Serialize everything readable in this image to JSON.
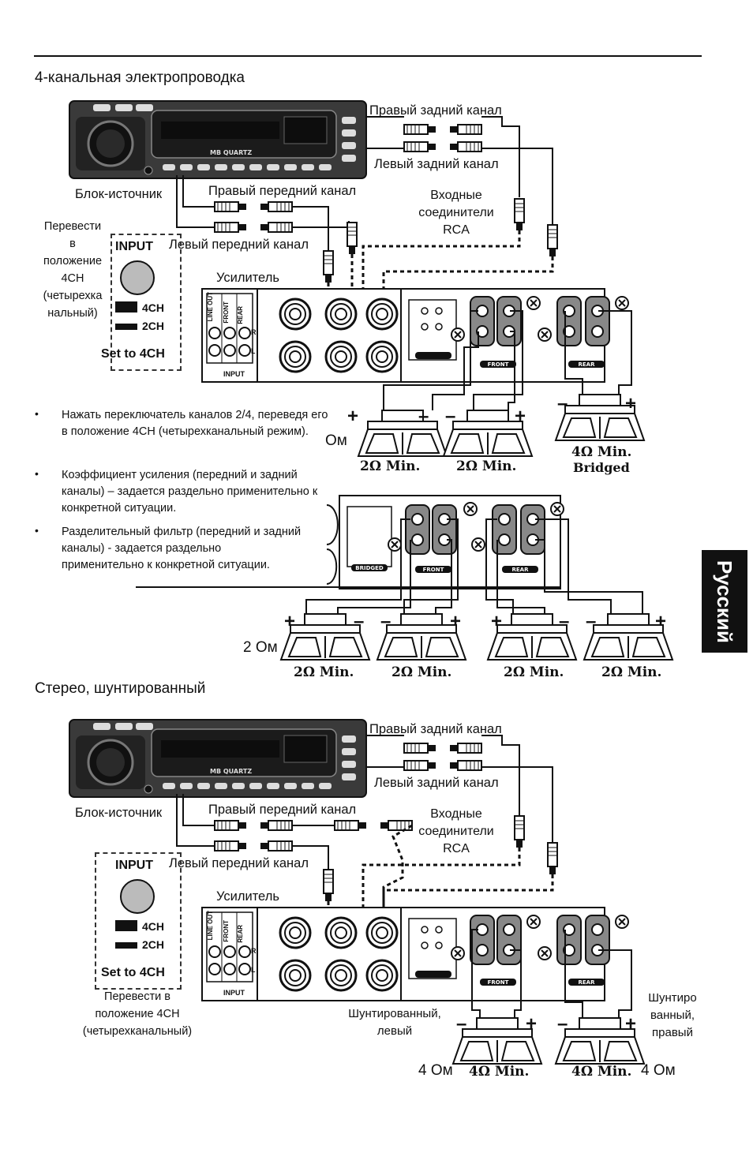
{
  "section1": {
    "title": "4-канальная электропроводка",
    "labels": {
      "right_rear": "Правый задний канал",
      "left_rear": "Левый задний канал",
      "source": "Блок-источник",
      "right_front": "Правый передний канал",
      "left_front": "Левый передний канал",
      "rca_line1": "Входные",
      "rca_line2": "соединители",
      "rca_line3": "RCA",
      "amplifier": "Усилитель",
      "switch_note_l1": "Перевести",
      "switch_note_l2": "в",
      "switch_note_l3": "положение",
      "switch_note_l4": "4CH",
      "switch_note_l5": "(четырехка",
      "switch_note_l6": "нальный)"
    },
    "input_box": {
      "title": "INPUT",
      "opt1": "4CH",
      "opt2": "2CH",
      "set": "Set to 4CH"
    },
    "speakers": [
      {
        "plus": "+",
        "minus": "–",
        "rating": "2Ω Min."
      },
      {
        "plus": "+",
        "minus": "–",
        "rating": "2Ω Min."
      },
      {
        "plus": "+",
        "minus": "–",
        "rating": "4Ω Min.",
        "extra": "Bridged"
      }
    ],
    "ohm_label": "Ом"
  },
  "notes": [
    "Нажать переключатель каналов 2/4, переведя его в положение 4CH (четырехканальный режим).",
    "Коэффициент усиления (передний и задний каналы) – задается раздельно применительно к конкретной ситуации.",
    "Разделительный фильтр (передний и задний каналы) - задается раздельно применительно к конкретной ситуации."
  ],
  "section2": {
    "speakers": [
      "2Ω Min.",
      "2Ω Min.",
      "2Ω Min.",
      "2Ω Min."
    ],
    "ohm_label": "2 Ом"
  },
  "section3": {
    "title": "Стерео, шунтированный",
    "labels": {
      "right_rear": "Правый задний канал",
      "left_rear": "Левый задний канал",
      "source": "Блок-источник",
      "right_front": "Правый передний канал",
      "left_front": "Левый передний канал",
      "rca_line1": "Входные",
      "rca_line2": "соединители",
      "rca_line3": "RCA",
      "amplifier": "Усилитель",
      "switch_note_l1": "Перевести в",
      "switch_note_l2": "положение 4CH",
      "switch_note_l3": "(четырехканальный)",
      "bridged_left_l1": "Шунтированный,",
      "bridged_left_l2": "левый",
      "bridged_right_l1": "Шунтиро",
      "bridged_right_l2": "ванный,",
      "bridged_right_l3": "правый"
    },
    "input_box": {
      "title": "INPUT",
      "opt1": "4CH",
      "opt2": "2CH",
      "set": "Set to 4CH"
    },
    "speakers": [
      "4Ω Min.",
      "4Ω Min."
    ],
    "ohm_left": "4 Ом",
    "ohm_right": "4 Ом"
  },
  "amp_panel": {
    "line_out": "LINE OUT",
    "front": "FRONT",
    "rear": "REAR",
    "input": "INPUT",
    "r": "R",
    "l": "L",
    "bridged": "BRIDGED",
    "front_tag": "FRONT",
    "rear_tag": "REAR"
  },
  "head_unit": {
    "brand": "MB QUARTZ"
  },
  "side_tab": "Русский"
}
